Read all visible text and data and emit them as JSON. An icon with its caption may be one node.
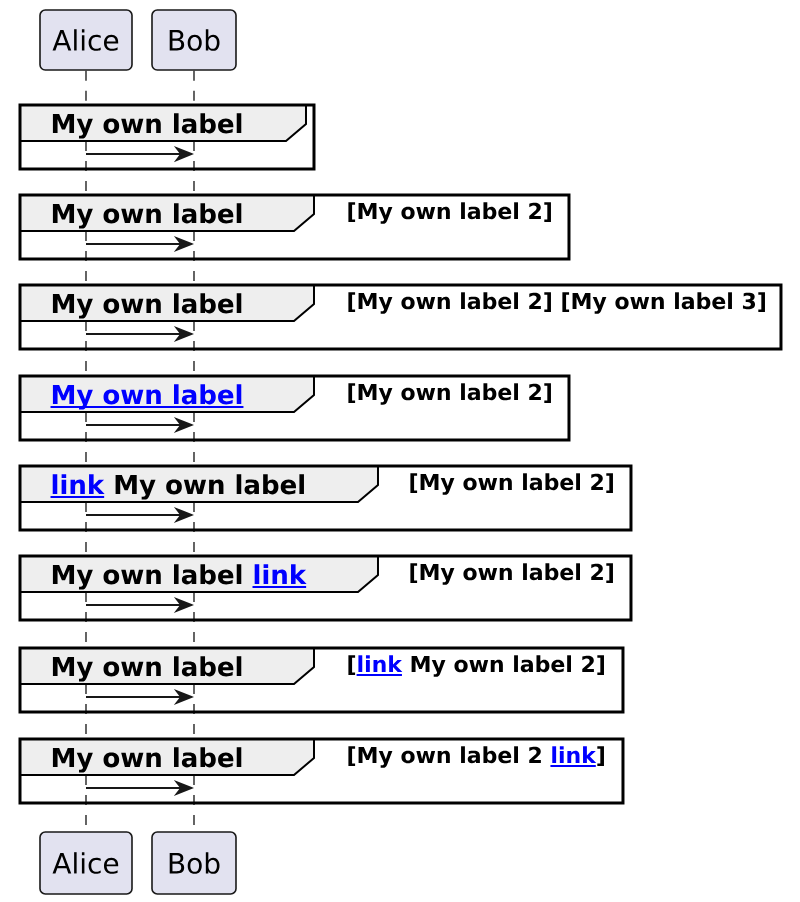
{
  "diagram": {
    "nodes": [
      {
        "text": [
          "Alice"
        ]
      },
      {
        "text": [
          "Bob"
        ]
      },
      {
        "text": [
          "My own label"
        ]
      },
      {
        "text": [
          "My own label",
          "[My own label 2]"
        ]
      },
      {
        "text": [
          "My own label",
          "[My own label 2] [My own label 3]"
        ]
      },
      {
        "text": [
          "My own label",
          "[My own label 2]"
        ]
      },
      {
        "text": [
          "link",
          "My own label",
          "[My own label 2]"
        ]
      },
      {
        "text": [
          "My own label",
          "link",
          "[My own label 2]"
        ]
      },
      {
        "text": [
          "My own label",
          "[",
          "link",
          "My own label 2]"
        ]
      },
      {
        "text": [
          "My own label",
          "[My own label 2",
          "link",
          "]"
        ]
      },
      {
        "text": [
          "Alice"
        ]
      },
      {
        "text": [
          "Bob"
        ]
      }
    ],
    "edges": [
      {
        "from": 0,
        "to": 1,
        "arrow": "to"
      },
      {
        "from": 0,
        "to": 1,
        "arrow": "to"
      },
      {
        "from": 0,
        "to": 1,
        "arrow": "to"
      },
      {
        "from": 0,
        "to": 1,
        "arrow": "to"
      },
      {
        "from": 0,
        "to": 1,
        "arrow": "to"
      },
      {
        "from": 0,
        "to": 1,
        "arrow": "to"
      },
      {
        "from": 0,
        "to": 1,
        "arrow": "to"
      },
      {
        "from": 0,
        "to": 1,
        "arrow": "to"
      }
    ]
  }
}
